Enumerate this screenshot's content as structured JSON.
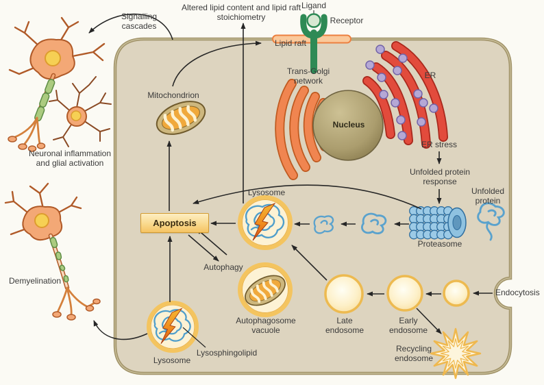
{
  "figure": {
    "outside_labels": {
      "signalling_cascades": "Signalling cascades",
      "altered_lipid": "Altered lipid content and lipid raft stoichiometry",
      "ligand": "Ligand",
      "receptor": "Receptor",
      "neuronal_inflammation": "Neuronal inflammation and glial activation",
      "demyelination": "Demyelination",
      "endocytosis": "Endocytosis"
    },
    "cell_labels": {
      "lipid_raft": "Lipid raft",
      "trans_golgi": "Trans-Golgi network",
      "nucleus": "Nucleus",
      "er": "ER",
      "er_stress": "ER stress",
      "unfolded_protein_response": "Unfolded protein response",
      "unfolded_protein": "Unfolded protein",
      "proteasome": "Proteasome",
      "mitochondrion": "Mitochondrion",
      "lysosome_upper": "Lysosome",
      "apoptosis": "Apoptosis",
      "autophagy": "Autophagy",
      "autophagosome_vacuole": "Autophagosome vacuole",
      "late_endosome": "Late endosome",
      "early_endosome": "Early endosome",
      "recycling_endosome": "Recycling endosome",
      "lysosome_lower": "Lysosome",
      "lysosphingolipid": "Lysosphingolipid"
    },
    "colors": {
      "cell_fill": "#ddd4bf",
      "membrane": "#a2946a",
      "er_red": "#e24b3c",
      "golgi_orange": "#f08550",
      "ribosome_purple": "#b5a8d5",
      "receptor_green": "#2e8a55",
      "proteasome_blue": "#8fc2e0",
      "protein_blue": "#5aa2cd",
      "vesicle_yellow": "#f3c35f",
      "apoptosis_box": "#f6c968",
      "neuron_orange": "#f3a876",
      "myelin_green": "#abcb80",
      "nucleus_olive": "#a89a6e",
      "lightning_orange": "#f08a1d"
    }
  }
}
